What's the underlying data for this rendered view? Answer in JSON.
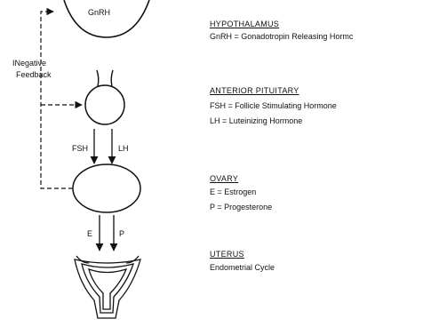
{
  "diagram": {
    "gland_labels": {
      "gnrh": "GnRH"
    },
    "feedback_label_line1": "INegative",
    "feedback_label_line2": "Feedback",
    "arrow_labels": {
      "fsh": "FSH",
      "lh": "LH",
      "e": "E",
      "p": "P"
    },
    "legend": [
      {
        "heading": "HYPOTHALAMUS",
        "lines": [
          "GnRH = Gonadotropin Releasing Hormc"
        ]
      },
      {
        "heading": "ANTERIOR PITUITARY",
        "lines": [
          "FSH = Follicle Stimulating Hormone",
          "LH = Luteinizing Hormone"
        ]
      },
      {
        "heading": "OVARY",
        "lines": [
          "E = Estrogen",
          "P = Progesterone"
        ]
      },
      {
        "heading": "UTERUS",
        "lines": [
          "Endometrial Cycle"
        ]
      }
    ],
    "colors": {
      "ink": "#111111",
      "background": "#ffffff"
    }
  }
}
